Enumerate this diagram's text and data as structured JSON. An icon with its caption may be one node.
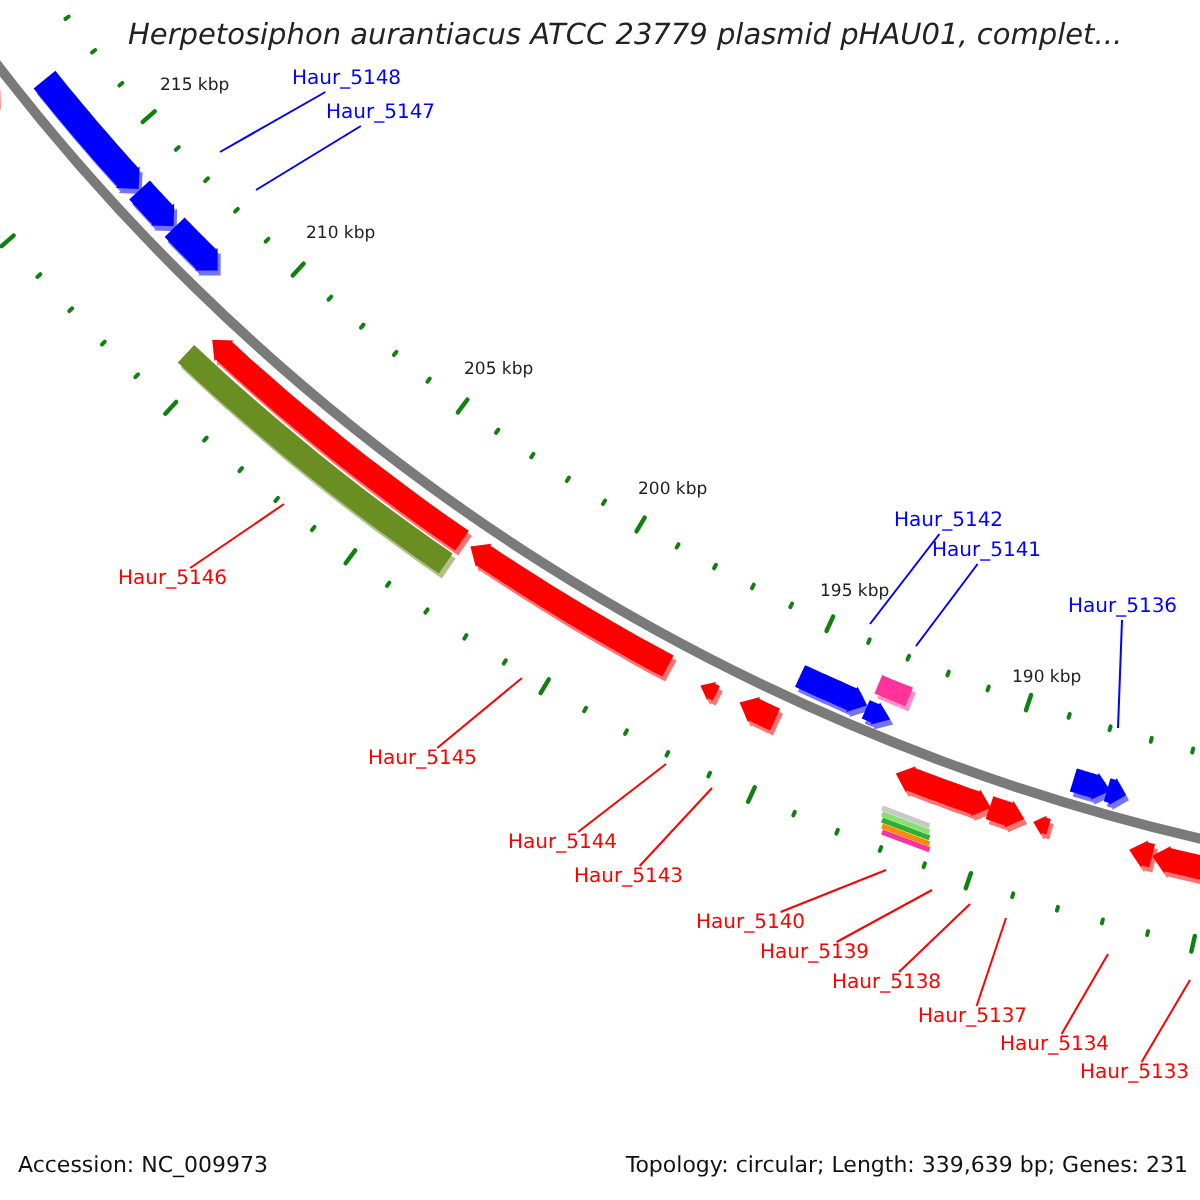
{
  "diagram": {
    "title": "Herpetosiphon aurantiacus ATCC 23779 plasmid pHAU01, complet...",
    "nodes": [
      {
        "text": [
          "Haur_5148"
        ]
      },
      {
        "text": [
          "Haur_5147"
        ]
      },
      {
        "text": [
          "Haur_5142"
        ]
      },
      {
        "text": [
          "Haur_5141"
        ]
      },
      {
        "text": [
          "Haur_5146"
        ]
      },
      {
        "text": [
          "Haur_5136"
        ]
      },
      {
        "text": [
          "Haur_5145"
        ]
      },
      {
        "text": [
          "Haur_5144"
        ]
      },
      {
        "text": [
          "Haur_5143"
        ]
      },
      {
        "text": [
          "Haur_5140"
        ]
      },
      {
        "text": [
          "Haur_5139"
        ]
      },
      {
        "text": [
          "Haur_5138"
        ]
      },
      {
        "text": [
          "Haur_5137"
        ]
      },
      {
        "text": [
          "Haur_5134"
        ]
      },
      {
        "text": [
          "Haur_5133"
        ]
      }
    ],
    "edges": [
      {
        "from": 0,
        "to": null,
        "arrow": "none",
        "color": "#0000ff"
      },
      {
        "from": 1,
        "to": null,
        "arrow": "none",
        "color": "#0000ff"
      },
      {
        "from": 2,
        "to": null,
        "arrow": "none",
        "color": "#0000ff"
      },
      {
        "from": 3,
        "to": null,
        "arrow": "none",
        "color": "#0000ff"
      },
      {
        "from": 4,
        "to": null,
        "arrow": "none"
      },
      {
        "from": 5,
        "to": null,
        "arrow": "none",
        "color": "#0000ff"
      },
      {
        "from": 6,
        "to": null,
        "arrow": "none"
      },
      {
        "from": 7,
        "to": null,
        "arrow": "none"
      },
      {
        "from": 8,
        "to": null,
        "arrow": "none"
      },
      {
        "from": 9,
        "to": null,
        "arrow": "none"
      },
      {
        "from": 10,
        "to": null,
        "arrow": "none"
      },
      {
        "from": 11,
        "to": null,
        "arrow": "none"
      },
      {
        "from": 12,
        "to": null,
        "arrow": "none"
      },
      {
        "from": 13,
        "to": null,
        "arrow": "none"
      },
      {
        "from": 14,
        "to": null,
        "arrow": "none"
      }
    ],
    "labels": [
      "215 kbp",
      "210 kbp",
      "205 kbp",
      "200 kbp",
      "195 kbp",
      "190 kbp",
      "Accession: NC_009973",
      "Topology: circular; Length: 339,639 bp; Genes: 231"
    ]
  }
}
